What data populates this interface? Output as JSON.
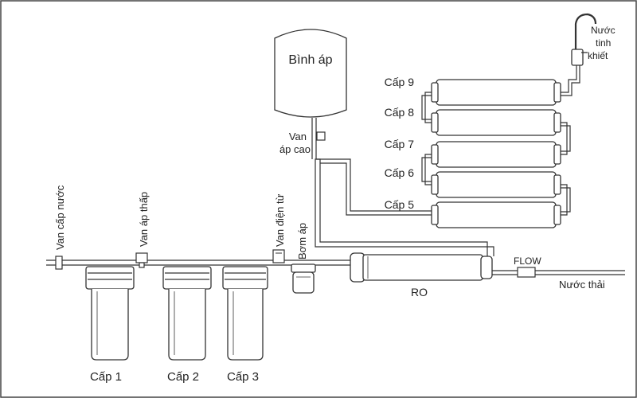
{
  "labels": {
    "tank": "Bình áp",
    "high_valve_line1": "Van",
    "high_valve_line2": "áp cao",
    "pure_line1": "Nước",
    "pure_line2": "tinh",
    "pure_line3": "khiết",
    "stage9": "Cấp 9",
    "stage8": "Cấp 8",
    "stage7": "Cấp 7",
    "stage6": "Cấp 6",
    "stage5": "Cấp 5",
    "inlet_valve": "Van cấp nước",
    "low_valve": "Van áp thấp",
    "solenoid_valve": "Van điện từ",
    "pump": "Bơm áp",
    "flow": "FLOW",
    "waste": "Nước thải",
    "ro": "RO",
    "stage1": "Cấp 1",
    "stage2": "Cấp 2",
    "stage3": "Cấp 3"
  }
}
